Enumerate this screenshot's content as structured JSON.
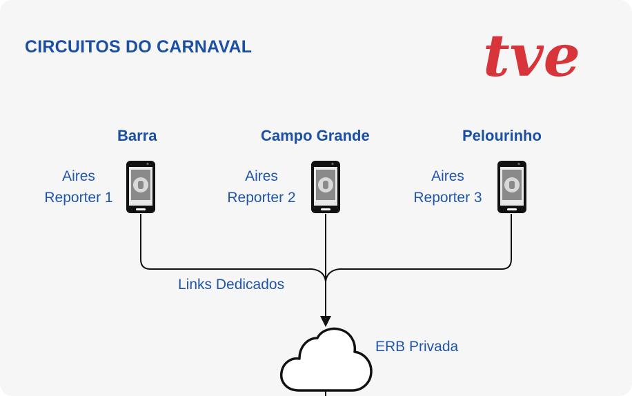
{
  "title": "CIRCUITOS DO CARNAVAL",
  "logo": {
    "text": "tve",
    "color": "#d8353a"
  },
  "colors": {
    "accent": "#1a4fa3",
    "line": "#111111"
  },
  "sites": [
    {
      "name": "Barra",
      "reporter_line1": "Aires",
      "reporter_line2": "Reporter 1",
      "icon": "smartphone-icon"
    },
    {
      "name": "Campo Grande",
      "reporter_line1": "Aires",
      "reporter_line2": "Reporter 2",
      "icon": "smartphone-icon"
    },
    {
      "name": "Pelourinho",
      "reporter_line1": "Aires",
      "reporter_line2": "Reporter 3",
      "icon": "smartphone-icon"
    }
  ],
  "links_label": "Links Dedicados",
  "cloud_label": "ERB Privada",
  "cloud_icon": "cloud-icon"
}
